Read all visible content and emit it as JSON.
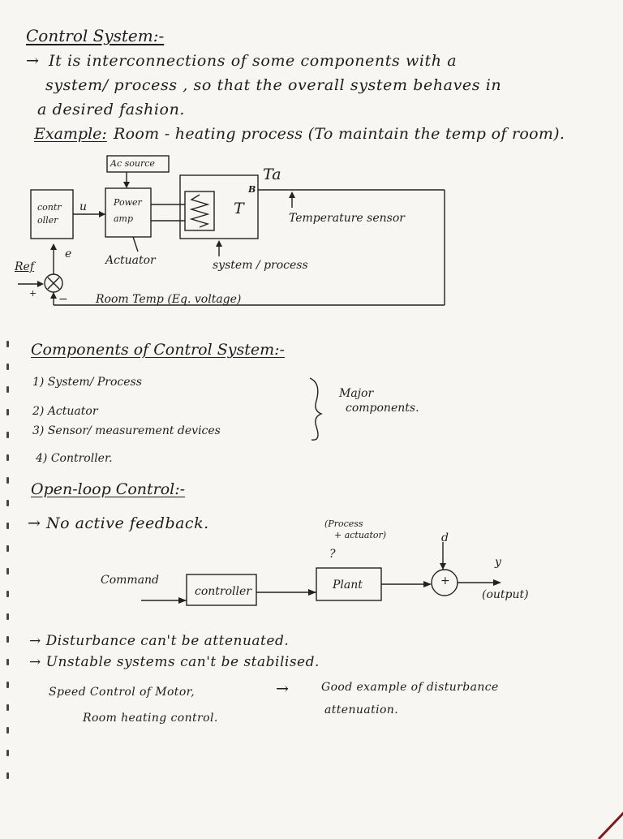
{
  "heading_control": "Control System:-",
  "def_line1_arrow": "→",
  "def_line1": "It is interconnections of some components with a",
  "def_line2": "system/ process , so that the overall system behaves in",
  "def_line3": "a desired fashion.",
  "example_label": "Example:",
  "example_text": "Room - heating process (To maintain the temp of room).",
  "diagram1": {
    "ac_source": "Ac source",
    "controller": [
      "contr",
      "oller"
    ],
    "u": "u",
    "power_amp": [
      "Power",
      "amp"
    ],
    "T": "T",
    "B": "B",
    "Ta": "Ta",
    "temp_sensor": "Temperature sensor",
    "e": "e",
    "ref": "Ref",
    "plus": "+",
    "minus": "−",
    "actuator": "Actuator",
    "system_process": "system / process",
    "room_temp": "Room Temp (Eq. voltage)"
  },
  "heading_components": "Components of Control System:-",
  "components": [
    "1) System/ Process",
    "2) Actuator",
    "3) Sensor/ measurement devices",
    "4) Controller."
  ],
  "major_components": [
    "Major",
    "components."
  ],
  "heading_openloop": "Open-loop Control:-",
  "no_feedback": "→ No active feedback.",
  "diagram2": {
    "process_actuator": [
      "(Process",
      "+ actuator)"
    ],
    "question": "?",
    "d": "d",
    "y": "y",
    "command": "Command",
    "controller": "controller",
    "plant": "Plant",
    "plus": "+",
    "output": "(output)"
  },
  "bullet1": "→ Disturbance can't be attenuated.",
  "bullet2": "→ Unstable systems can't be stabilised.",
  "speed_control": "Speed Control of Motor,",
  "arrow_good": "→",
  "good_example": "Good example of disturbance",
  "room_heating": "Room heating control.",
  "attenuation": "attenuation."
}
